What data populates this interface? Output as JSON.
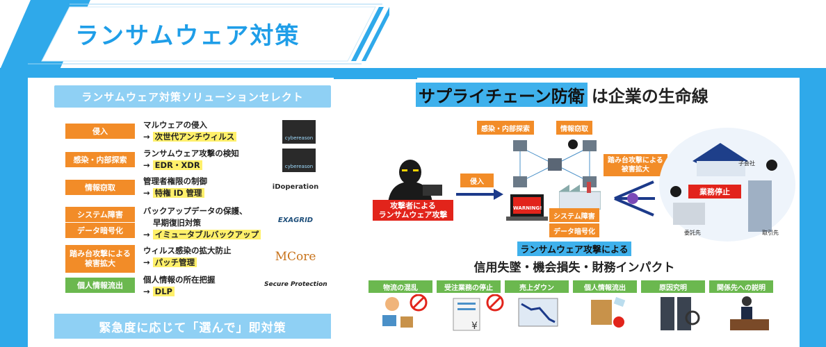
{
  "header": {
    "title": "ランサムウェア対策"
  },
  "left_panel": {
    "selection_title": "ランサムウェア対策ソリューションセレクト",
    "rows": [
      {
        "tag": "侵入",
        "line1": "マルウェアの侵入",
        "arrow": "→",
        "solution": "次世代アンチウィルス",
        "logo": "cybereason"
      },
      {
        "tag": "感染・内部探索",
        "line1": "ランサムウェア攻撃の検知",
        "arrow": "→",
        "solution": "EDR・XDR",
        "logo": "cybereason"
      },
      {
        "tag": "情報窃取",
        "line1": "管理者権限の制御",
        "arrow": "→",
        "solution": "特権 ID 管理",
        "logo": "iDoperation"
      },
      {
        "tag": "システム障害",
        "tag2": "データ暗号化",
        "line1": "バックアップデータの保護、",
        "line1b": "早期復旧対策",
        "arrow": "→",
        "solution": "イミュータブルバックアップ",
        "logo": "EXAGRID"
      },
      {
        "tag": "踏み台攻撃による",
        "tag_b": "被害拡大",
        "line1": "ウィルス感染の拡大防止",
        "arrow": "→",
        "solution": "パッチ管理",
        "logo": "MCore"
      },
      {
        "tag": "個人情報流出",
        "line1": "個人情報の所在把握",
        "arrow": "→",
        "solution": "DLP",
        "logo": "Secure Protection"
      }
    ],
    "urgency": "緊急度に応じて「選んで」即対策"
  },
  "right_panel": {
    "title_highlight": "サプライチェーン防衛",
    "title_rest": "は企業の生命線",
    "tags_top": [
      "感染・内部探索",
      "情報窃取"
    ],
    "intrusion": "侵入",
    "attacker_label_1": "攻撃者による",
    "attacker_label_2": "ランサムウェア攻撃",
    "spread_label_1": "踏み台攻撃による",
    "spread_label_2": "被害拡大",
    "system_failure": "システム障害",
    "data_encryption": "データ暗号化",
    "business_stop": "業務停止",
    "warning": "WARNING!",
    "subsidiary": "子会社",
    "contractor": "委託先",
    "client": "取引先",
    "impact_line1": "ランサムウェア攻撃による",
    "impact_line2": "信用失墜・機会損失・財務インパクト",
    "impacts": [
      "物流の混乱",
      "受注業務の停止",
      "売上ダウン",
      "個人情報流出",
      "原因究明",
      "関係先への説明"
    ]
  },
  "colors": {
    "accent_blue": "#2fa9ea",
    "orange": "#f28c28",
    "green": "#6bb84f",
    "red": "#e2241b",
    "highlight": "#fff06a"
  }
}
